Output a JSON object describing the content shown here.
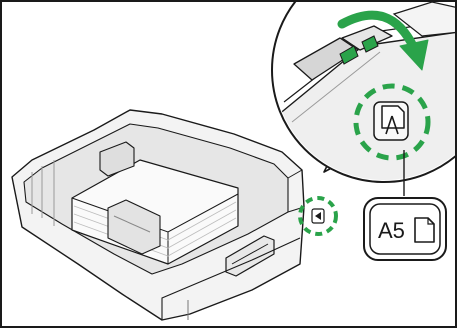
{
  "figure": {
    "label_badge_text": "A5",
    "accent_color": "#2aa34a",
    "line_color": "#1a1a1a",
    "tray_fill": "#f1f1f1",
    "tray_shade": "#d9d9d9",
    "icons": [
      "paper-tray",
      "paper-size-dial",
      "rotation-arrow",
      "portrait-paper-icon",
      "dial-pointer-icon"
    ]
  }
}
